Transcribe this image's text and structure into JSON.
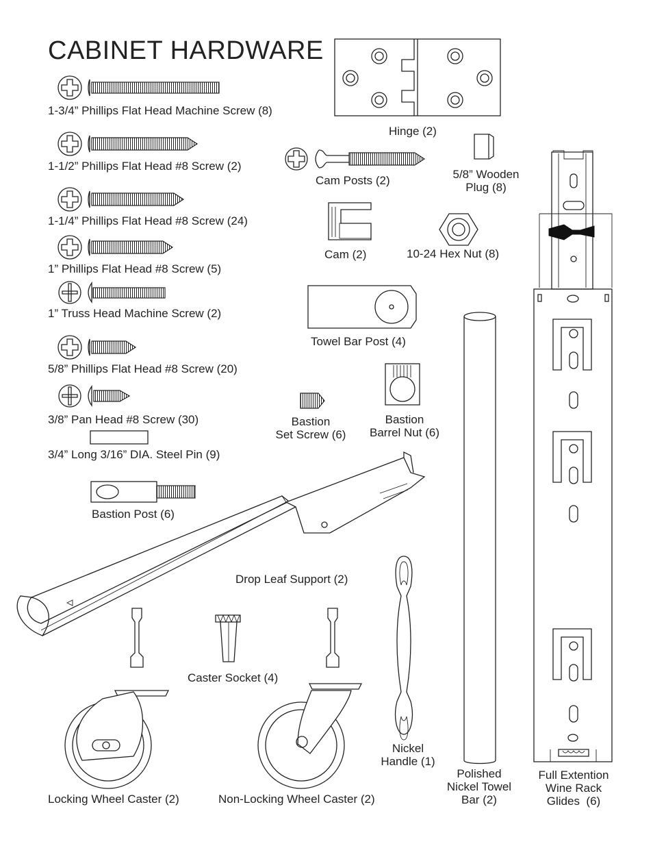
{
  "title": "CABINET HARDWARE",
  "items": {
    "screw_134_machine": "1-3/4” Phillips Flat Head Machine Screw (8)",
    "screw_112": "1-1/2” Phillips Flat Head #8 Screw (2)",
    "screw_114": "1-1/4” Phillips Flat Head #8 Screw (24)",
    "screw_1": "1” Phillips Flat Head #8 Screw (5)",
    "screw_1_truss": "1” Truss Head Machine Screw (2)",
    "screw_58": "5/8” Phillips Flat Head #8 Screw (20)",
    "screw_38_pan": "3/8” Pan Head #8 Screw (30)",
    "steel_pin": "3/4” Long 3/16” DIA. Steel Pin (9)",
    "bastion_post": "Bastion Post (6)",
    "hinge": "Hinge (2)",
    "cam_posts": "Cam Posts (2)",
    "wooden_plug_l1": "5/8” Wooden",
    "wooden_plug_l2": "Plug (8)",
    "cam": "Cam (2)",
    "hex_nut": "10-24 Hex Nut (8)",
    "towel_bar_post": "Towel Bar Post (4)",
    "set_screw_l1": "Bastion",
    "set_screw_l2": "Set Screw (6)",
    "barrel_nut_l1": "Bastion",
    "barrel_nut_l2": "Barrel Nut (6)",
    "drop_leaf": "Drop Leaf Support (2)",
    "caster_socket": "Caster Socket (4)",
    "locking_caster": "Locking Wheel Caster (2)",
    "non_locking_caster": "Non-Locking Wheel Caster (2)",
    "handle_l1": "Nickel",
    "handle_l2": "Handle (1)",
    "towel_bar_l1": "Polished",
    "towel_bar_l2": "Nickel Towel",
    "towel_bar_l3": "Bar (2)",
    "glides_l1": "Full Extention",
    "glides_l2": "Wine Rack",
    "glides_l3": "Glides  (6)"
  }
}
